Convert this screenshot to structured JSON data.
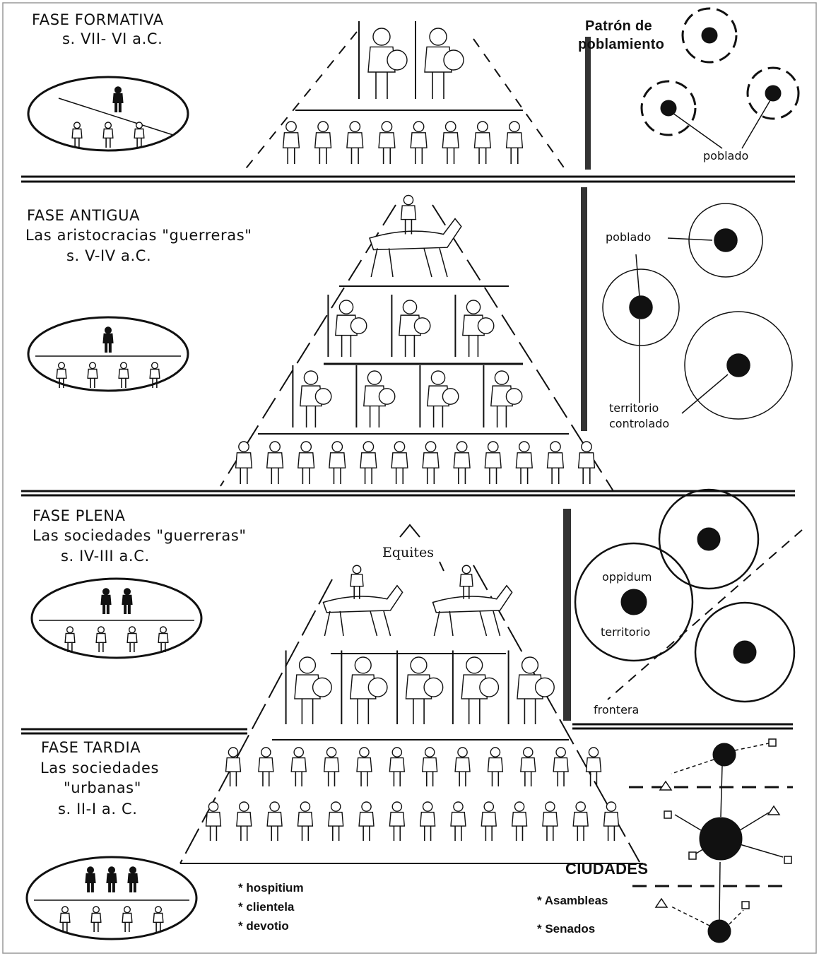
{
  "colors": {
    "ink": "#111111",
    "paper": "#ffffff",
    "bar": "#333333"
  },
  "phases": [
    {
      "title": "FASE FORMATIVA",
      "subtitle": "",
      "date": "s. VII- VI a.C."
    },
    {
      "title": "FASE ANTIGUA",
      "subtitle": "Las aristocracias \"guerreras\"",
      "date": "s. V-IV a.C."
    },
    {
      "title": "FASE PLENA",
      "subtitle": "Las sociedades \"guerreras\"",
      "date": "s. IV-III a.C."
    },
    {
      "title": "FASE TARDIA",
      "subtitle": "Las sociedades",
      "subtitle2": "\"urbanas\"",
      "date": "s. II-I a. C."
    }
  ],
  "settlement": {
    "pattern_title_1": "Patrón de",
    "pattern_title_2": "poblamiento",
    "poblado_1": "poblado",
    "poblado_2": "poblado",
    "territorio_1": "territorio",
    "territorio_2": "controlado",
    "oppidum": "oppidum",
    "territorio": "territorio",
    "frontera": "frontera",
    "ciudades": "CIUDADES",
    "asambleas": "Asambleas",
    "senados": "Senados"
  },
  "pyramid": {
    "equites": "Equites"
  },
  "social_ties": [
    "hospitium",
    "clientela",
    "devotio"
  ],
  "social_ovals": [
    {
      "elite": 1,
      "commoners": 3
    },
    {
      "elite": 1,
      "commoners": 4
    },
    {
      "elite": 2,
      "commoners": 4
    },
    {
      "elite": 3,
      "commoners": 4
    }
  ]
}
